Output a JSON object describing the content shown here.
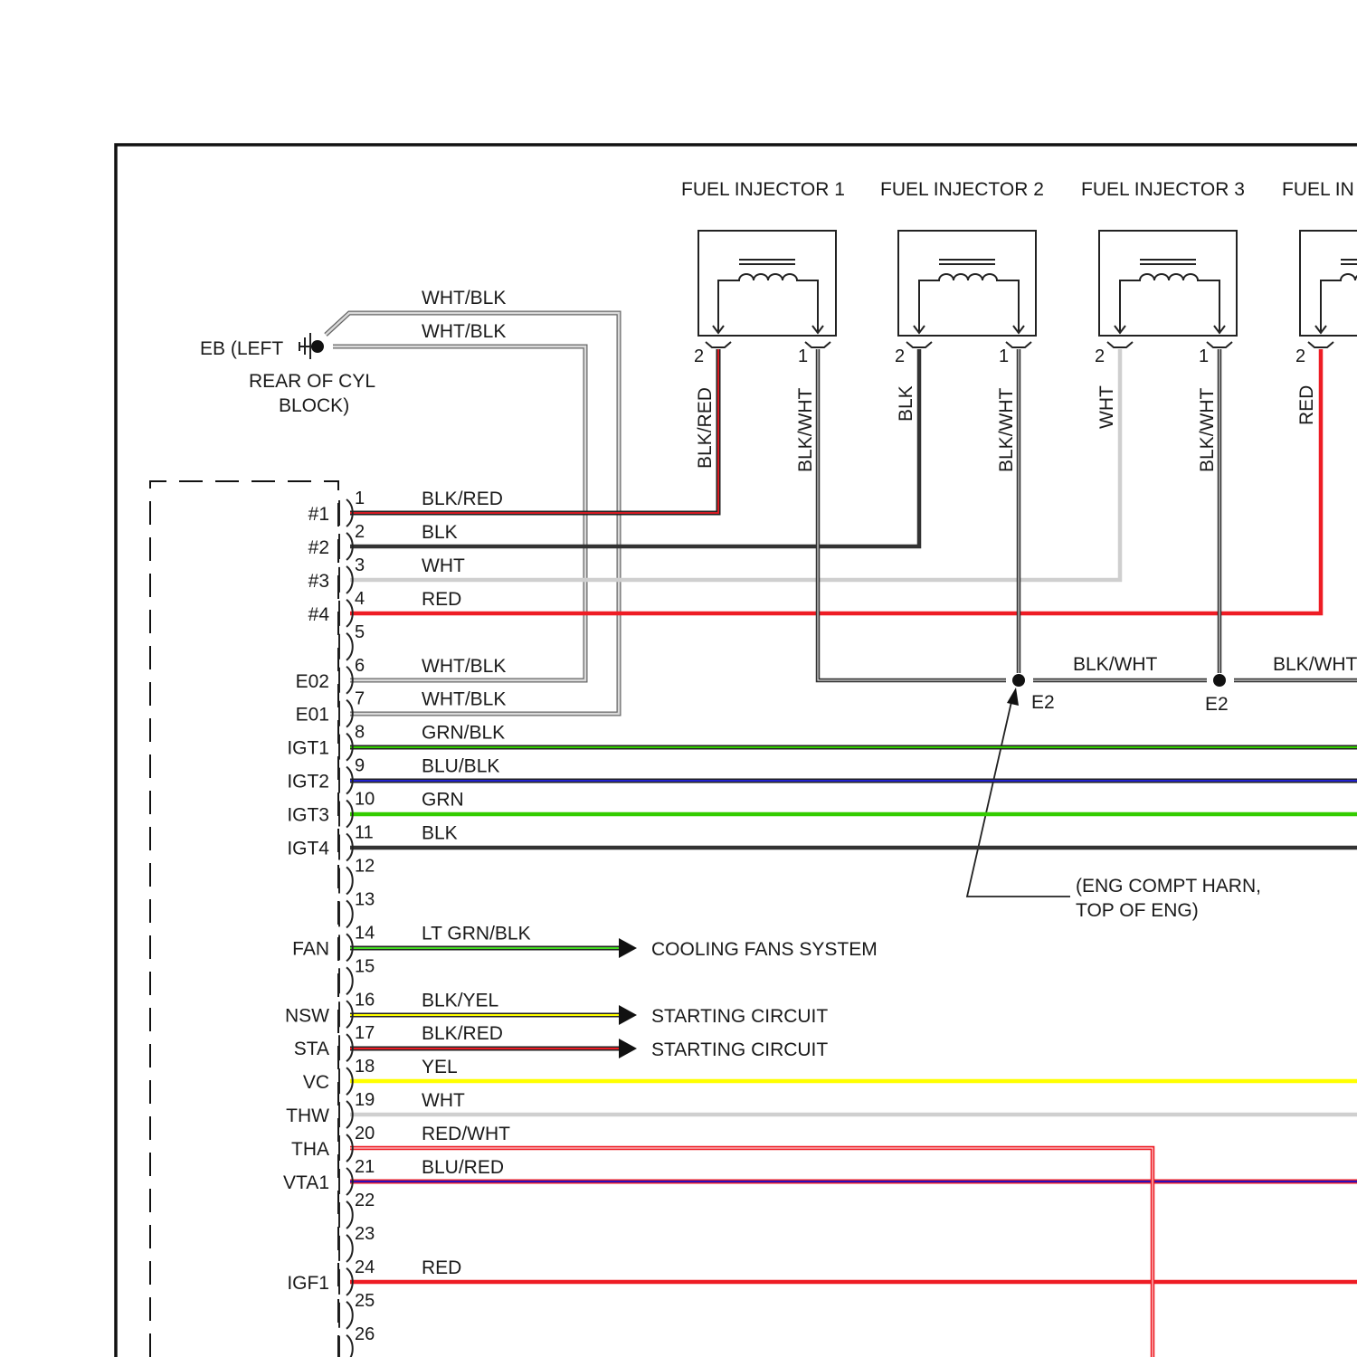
{
  "injectors": [
    {
      "title": "FUEL INJECTOR 1",
      "pin_left": "2",
      "pin_right": "1",
      "wire_left": "BLK/RED",
      "wire_right": "BLK/WHT"
    },
    {
      "title": "FUEL INJECTOR 2",
      "pin_left": "2",
      "pin_right": "1",
      "wire_left": "BLK",
      "wire_right": "BLK/WHT"
    },
    {
      "title": "FUEL INJECTOR 3",
      "pin_left": "2",
      "pin_right": "1",
      "wire_left": "WHT",
      "wire_right": "BLK/WHT"
    },
    {
      "title": "FUEL IN",
      "pin_left": "2",
      "wire_left": "RED"
    }
  ],
  "ground_eb": {
    "line1": "EB (LEFT",
    "line2": "REAR OF CYL",
    "line3": "BLOCK)",
    "wire_upper": "WHT/BLK",
    "wire_lower": "WHT/BLK"
  },
  "ground_e2": {
    "label_1": "E2",
    "label_2": "E2",
    "wire_1": "BLK/WHT",
    "wire_2": "BLK/WHT",
    "note_line1": "(ENG COMPT HARN,",
    "note_line2": "TOP OF ENG)"
  },
  "connector_pins": [
    {
      "num": "1",
      "func": "#1",
      "wire": "BLK/RED"
    },
    {
      "num": "2",
      "func": "#2",
      "wire": "BLK"
    },
    {
      "num": "3",
      "func": "#3",
      "wire": "WHT"
    },
    {
      "num": "4",
      "func": "#4",
      "wire": "RED"
    },
    {
      "num": "5",
      "func": "",
      "wire": ""
    },
    {
      "num": "6",
      "func": "E02",
      "wire": "WHT/BLK"
    },
    {
      "num": "7",
      "func": "E01",
      "wire": "WHT/BLK"
    },
    {
      "num": "8",
      "func": "IGT1",
      "wire": "GRN/BLK"
    },
    {
      "num": "9",
      "func": "IGT2",
      "wire": "BLU/BLK"
    },
    {
      "num": "10",
      "func": "IGT3",
      "wire": "GRN"
    },
    {
      "num": "11",
      "func": "IGT4",
      "wire": "BLK"
    },
    {
      "num": "12",
      "func": "",
      "wire": ""
    },
    {
      "num": "13",
      "func": "",
      "wire": ""
    },
    {
      "num": "14",
      "func": "FAN",
      "wire": "LT GRN/BLK",
      "dest": "COOLING FANS SYSTEM"
    },
    {
      "num": "15",
      "func": "",
      "wire": ""
    },
    {
      "num": "16",
      "func": "NSW",
      "wire": "BLK/YEL",
      "dest": "STARTING CIRCUIT"
    },
    {
      "num": "17",
      "func": "STA",
      "wire": "BLK/RED",
      "dest": "STARTING CIRCUIT"
    },
    {
      "num": "18",
      "func": "VC",
      "wire": "YEL"
    },
    {
      "num": "19",
      "func": "THW",
      "wire": "WHT"
    },
    {
      "num": "20",
      "func": "THA",
      "wire": "RED/WHT"
    },
    {
      "num": "21",
      "func": "VTA1",
      "wire": "BLU/RED"
    },
    {
      "num": "22",
      "func": "",
      "wire": ""
    },
    {
      "num": "23",
      "func": "",
      "wire": ""
    },
    {
      "num": "24",
      "func": "IGF1",
      "wire": "RED"
    },
    {
      "num": "25",
      "func": "",
      "wire": ""
    },
    {
      "num": "26",
      "func": "",
      "wire": ""
    }
  ],
  "colors": {
    "red": "#ee1c24",
    "black": "#333333",
    "white_wire": "#cccccc",
    "green": "#33cc00",
    "blue": "#1a1aaa",
    "yellow": "#ffff00",
    "frame": "#111111"
  }
}
